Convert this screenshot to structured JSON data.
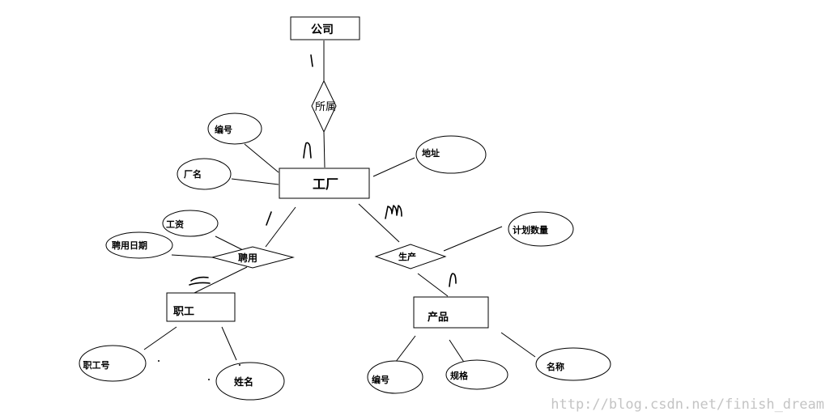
{
  "entities": {
    "company": "公司",
    "factory": "工厂",
    "employee": "职工",
    "product": "产品"
  },
  "relationships": {
    "belongs": "所属",
    "hire": "聘用",
    "produce": "生产"
  },
  "attributes": {
    "factory_id": "编号",
    "factory_name": "厂名",
    "factory_address": "地址",
    "wage": "工资",
    "hire_date": "聘用日期",
    "planned_qty": "计划数量",
    "employee_no": "职工号",
    "employee_name": "姓名",
    "product_id": "编号",
    "product_spec": "规格",
    "product_name": "名称"
  },
  "cardinalities": {
    "company_side": "1",
    "factory_belongs_side": "n",
    "factory_hire_side": "1",
    "employee_side": "n",
    "factory_produce_side": "m",
    "product_side": "n"
  },
  "watermark": "http://blog.csdn.net/finish_dream"
}
